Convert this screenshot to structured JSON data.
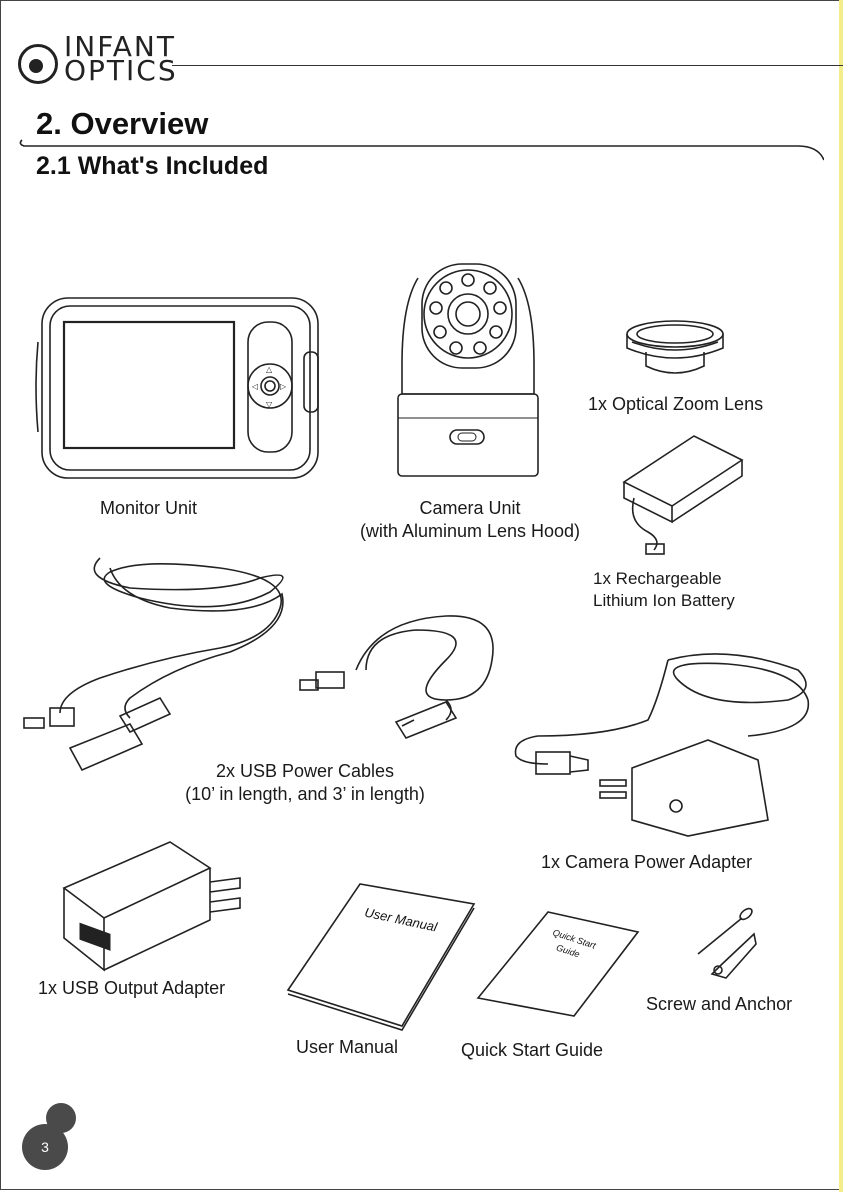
{
  "logo": {
    "line1": "INFANT",
    "line2": "OPTICS"
  },
  "section_title": "2. Overview",
  "subsection_title": "2.1 What's Included",
  "items": {
    "monitor": "Monitor Unit",
    "camera_line1": "Camera Unit",
    "camera_line2": "(with Aluminum Lens Hood)",
    "zoom_lens": "1x Optical Zoom Lens",
    "battery_line1": "1x Rechargeable",
    "battery_line2": "Lithium Ion Battery",
    "usb_cables_line1": "2x USB Power Cables",
    "usb_cables_line2": "(10’ in length, and 3’ in length)",
    "camera_adapter": "1x Camera Power Adapter",
    "usb_adapter": "1x USB Output Adapter",
    "user_manual": "User Manual",
    "quick_start": "Quick Start Guide",
    "screw_anchor": "Screw and Anchor"
  },
  "booklets": {
    "manual_cover": "User Manual",
    "guide_cover_line1": "Quick Start",
    "guide_cover_line2": "Guide"
  },
  "page_number": "3"
}
